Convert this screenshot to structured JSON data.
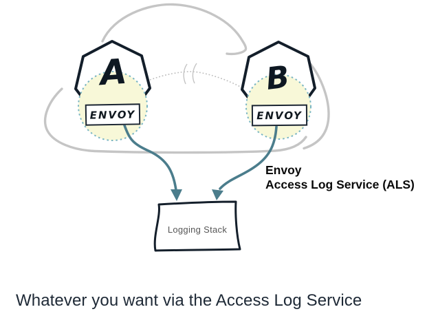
{
  "nodes": {
    "a": {
      "label": "A",
      "proxy": "ENVOY"
    },
    "b": {
      "label": "B",
      "proxy": "ENVOY"
    }
  },
  "logging_stack": {
    "label": "Logging Stack"
  },
  "annotation": {
    "line1": "Envoy",
    "line2": "Access Log Service (ALS)"
  },
  "caption": "Whatever you want via the Access Log Service",
  "icons": {
    "cluster": "cloud-outline",
    "node_shape": "kubernetes-heptagon",
    "pod_shape": "dotted-yellow-circle",
    "link_state": "broken-link-marks"
  },
  "colors": {
    "cloud_gray": "#c5c5c5",
    "ink_navy": "#131e2a",
    "pod_fill_yellow": "#f8f8d8",
    "pod_dotted_border": "#79b5c3",
    "arrow_teal": "#4b7d8c",
    "dotted_link_gray": "#bdbdbd",
    "caption_navy": "#1e2936",
    "logging_text_gray": "#565656"
  }
}
